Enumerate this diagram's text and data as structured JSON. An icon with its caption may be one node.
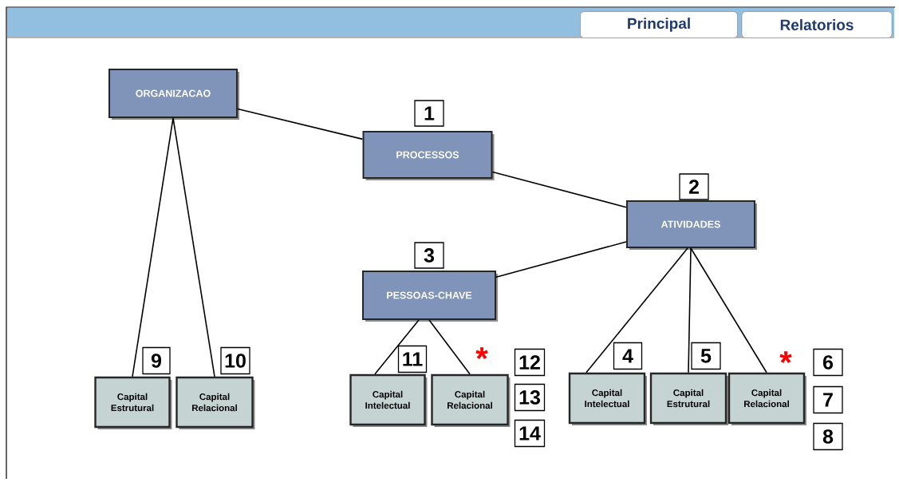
{
  "diagram": {
    "nodes": [
      {
        "text": [
          "Principal"
        ]
      },
      {
        "text": [
          "Relatorios"
        ]
      },
      {
        "text": [
          "ORGANIZACAO"
        ]
      },
      {
        "text": [
          "1"
        ]
      },
      {
        "text": [
          "PROCESSOS"
        ]
      },
      {
        "text": [
          "2"
        ]
      },
      {
        "text": [
          "ATIVIDADES"
        ]
      },
      {
        "text": [
          "3"
        ]
      },
      {
        "text": [
          "PESSOAS-CHAVE"
        ]
      },
      {
        "text": [
          "9"
        ]
      },
      {
        "text": [
          "10"
        ]
      },
      {
        "text": [
          "11"
        ]
      },
      {
        "text": [
          "12"
        ]
      },
      {
        "text": [
          "4"
        ]
      },
      {
        "text": [
          "5"
        ]
      },
      {
        "text": [
          "6"
        ]
      },
      {
        "text": [
          "Capital Estrutural"
        ]
      },
      {
        "text": [
          "Capital Relacional"
        ]
      },
      {
        "text": [
          "Capital Intelectual"
        ]
      },
      {
        "text": [
          "Capital Relacional"
        ]
      },
      {
        "text": [
          "13"
        ]
      },
      {
        "text": [
          "Capital Intelectual"
        ]
      },
      {
        "text": [
          "Capital Estrutural"
        ]
      },
      {
        "text": [
          "Capital Relacional"
        ]
      },
      {
        "text": [
          "7"
        ]
      },
      {
        "text": [
          "14"
        ]
      },
      {
        "text": [
          "8"
        ]
      }
    ],
    "edges": [
      {
        "from": 2,
        "to": 4,
        "arrow": "none"
      },
      {
        "from": 4,
        "to": 6,
        "arrow": "none"
      },
      {
        "from": 6,
        "to": 8,
        "arrow": "none"
      },
      {
        "from": 2,
        "to": 16,
        "arrow": "none"
      },
      {
        "from": 2,
        "to": 17,
        "arrow": "none"
      },
      {
        "from": 8,
        "to": 18,
        "arrow": "none"
      },
      {
        "from": 8,
        "to": 19,
        "arrow": "none"
      },
      {
        "from": 6,
        "to": 21,
        "arrow": "none"
      },
      {
        "from": 6,
        "to": 22,
        "arrow": "none"
      },
      {
        "from": 6,
        "to": 23,
        "arrow": "none"
      }
    ],
    "labels": [
      "*",
      "*"
    ]
  }
}
